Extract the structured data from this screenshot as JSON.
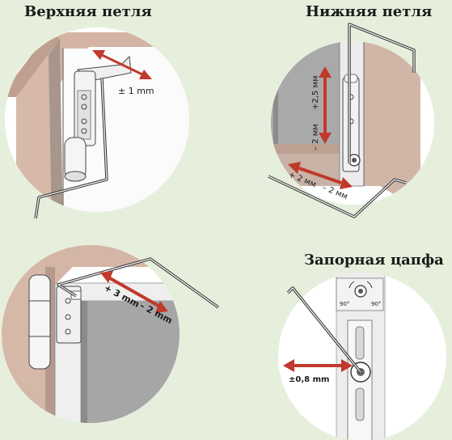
{
  "colors": {
    "background": "#e6efdc",
    "arrow": "#c0392b",
    "frame_wood": "#d2b5a5",
    "sash_gray": "#9a9a9a",
    "hardware": "#f4f4f4"
  },
  "panels": {
    "top_hinge": {
      "title": "Верхняя петля",
      "adjust_label": "± 1 mm"
    },
    "bottom_hinge": {
      "title": "Нижняя петля",
      "vertical_up": "+2,5 мм",
      "vertical_down": "– 2 мм",
      "horizontal_left": "+ 2 мм",
      "horizontal_right": "– 2 мм"
    },
    "sash_side": {
      "adjust_plus": "+ 3 mm",
      "adjust_minus": "– 2 mm"
    },
    "locking_pin": {
      "title": "Запорная цапфа",
      "angle_left": "90°",
      "angle_right": "90°",
      "adjust_label": "±0,8 mm"
    }
  }
}
